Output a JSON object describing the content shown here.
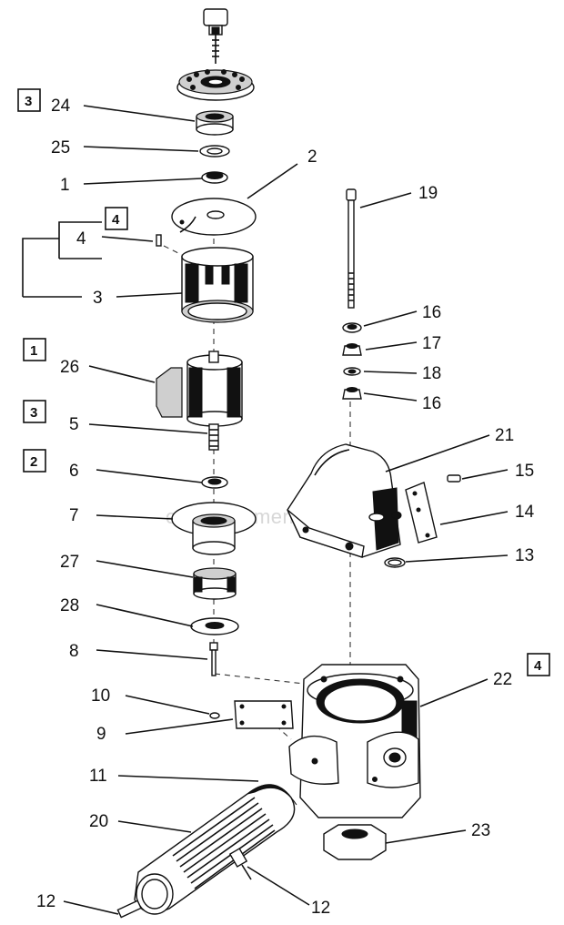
{
  "diagram": {
    "watermark": "eReplacementParts.com",
    "callouts": [
      "24",
      "25",
      "1",
      "2",
      "4",
      "3",
      "26",
      "5",
      "6",
      "7",
      "27",
      "28",
      "8",
      "10",
      "9",
      "11",
      "20",
      "12",
      "12",
      "19",
      "16",
      "17",
      "18",
      "16",
      "21",
      "15",
      "14",
      "13",
      "22",
      "23"
    ],
    "boxed_labels": [
      "3",
      "4",
      "1",
      "3",
      "2",
      "4"
    ]
  }
}
